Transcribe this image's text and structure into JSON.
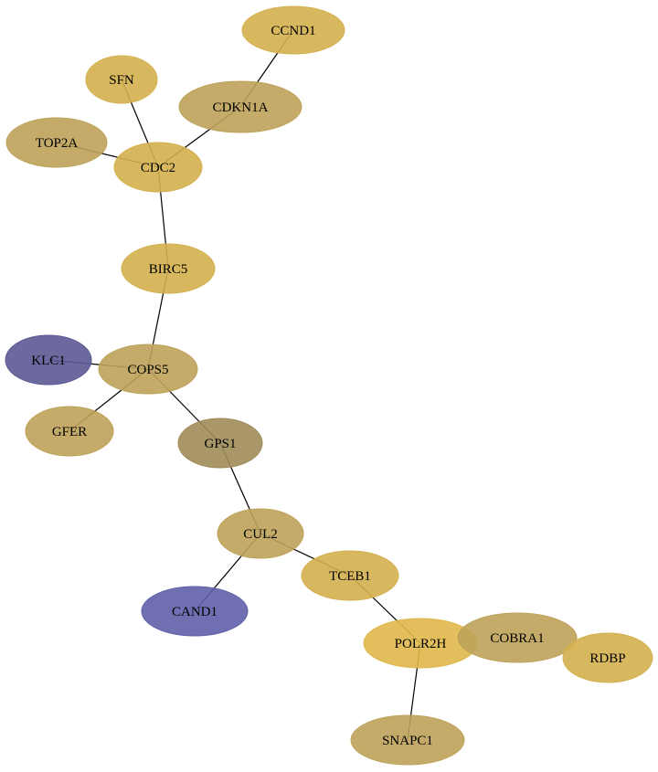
{
  "colors": {
    "gold": "#d4b04e",
    "olive": "#bea25a",
    "olive_dark": "#a08c5a",
    "bright_gold": "#dfb84a",
    "purple_dark": "#5b5993",
    "purple": "#5f5fa9"
  },
  "nodes": [
    {
      "id": "CCND1",
      "label": "CCND1",
      "color": "gold"
    },
    {
      "id": "SFN",
      "label": "SFN",
      "color": "gold"
    },
    {
      "id": "CDKN1A",
      "label": "CDKN1A",
      "color": "olive"
    },
    {
      "id": "TOP2A",
      "label": "TOP2A",
      "color": "olive"
    },
    {
      "id": "CDC2",
      "label": "CDC2",
      "color": "gold"
    },
    {
      "id": "BIRC5",
      "label": "BIRC5",
      "color": "gold"
    },
    {
      "id": "KLC1",
      "label": "KLC1",
      "color": "purple_dark"
    },
    {
      "id": "COPS5",
      "label": "COPS5",
      "color": "olive"
    },
    {
      "id": "GFER",
      "label": "GFER",
      "color": "olive"
    },
    {
      "id": "GPS1",
      "label": "GPS1",
      "color": "olive_dark"
    },
    {
      "id": "CUL2",
      "label": "CUL2",
      "color": "olive"
    },
    {
      "id": "TCEB1",
      "label": "TCEB1",
      "color": "gold"
    },
    {
      "id": "CAND1",
      "label": "CAND1",
      "color": "purple"
    },
    {
      "id": "POLR2H",
      "label": "POLR2H",
      "color": "bright_gold"
    },
    {
      "id": "COBRA1",
      "label": "COBRA1",
      "color": "olive"
    },
    {
      "id": "RDBP",
      "label": "RDBP",
      "color": "gold"
    },
    {
      "id": "SNAPC1",
      "label": "SNAPC1",
      "color": "olive"
    }
  ],
  "edges": [
    [
      "CCND1",
      "CDKN1A"
    ],
    [
      "CDKN1A",
      "CDC2"
    ],
    [
      "SFN",
      "CDC2"
    ],
    [
      "TOP2A",
      "CDC2"
    ],
    [
      "CDC2",
      "BIRC5"
    ],
    [
      "BIRC5",
      "COPS5"
    ],
    [
      "KLC1",
      "COPS5"
    ],
    [
      "COPS5",
      "GFER"
    ],
    [
      "COPS5",
      "GPS1"
    ],
    [
      "GPS1",
      "CUL2"
    ],
    [
      "CUL2",
      "TCEB1"
    ],
    [
      "CUL2",
      "CAND1"
    ],
    [
      "TCEB1",
      "POLR2H"
    ],
    [
      "POLR2H",
      "SNAPC1"
    ]
  ]
}
